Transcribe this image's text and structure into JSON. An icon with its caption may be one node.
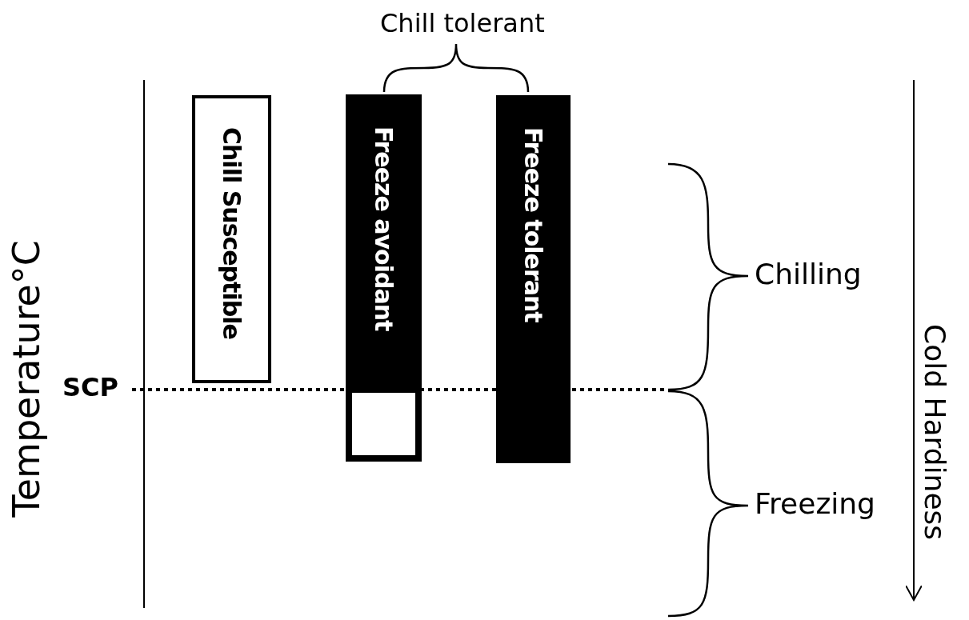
{
  "diagram": {
    "nodes": [
      {
        "text": [
          "Chill Susceptible"
        ]
      },
      {
        "text": [
          "Freeze avoidant"
        ]
      },
      {
        "text": [
          "Freeze tolerant"
        ]
      }
    ],
    "labels": [
      "Chill tolerant",
      "Chilling",
      "SCP",
      "Freezing",
      "Temperature°C",
      "Cold Hardiness"
    ]
  }
}
